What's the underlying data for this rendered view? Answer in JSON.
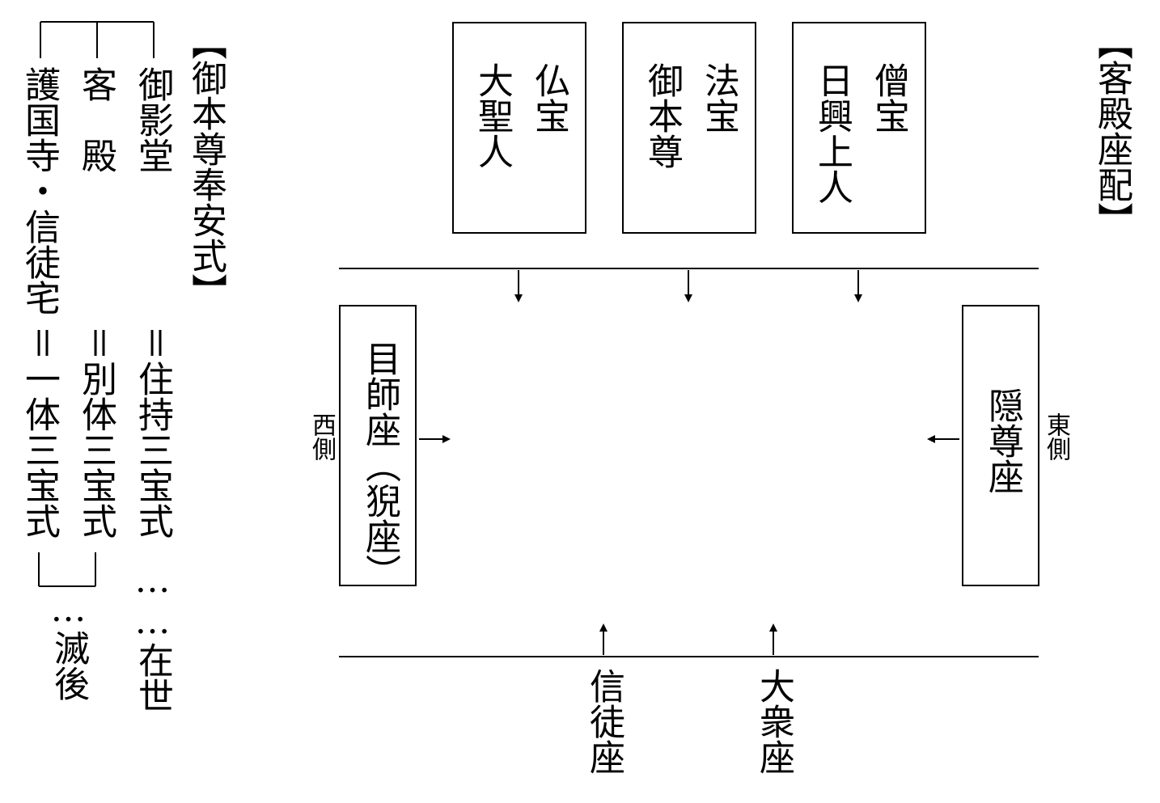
{
  "left": {
    "heading": "【御本尊奉安式】",
    "col1": {
      "label": "御影堂",
      "type": "＝住持三宝式",
      "note": "……在世"
    },
    "col2": {
      "label": "客　殿",
      "type": "＝別体三宝式"
    },
    "col3": {
      "label": "護国寺・信徒宅",
      "type": "＝一体三宝式"
    },
    "joint_note": "…滅後"
  },
  "right": {
    "heading": "【客殿座配】",
    "treasures": [
      {
        "title": "仏宝",
        "name": "大聖人"
      },
      {
        "title": "法宝",
        "name": "御本尊"
      },
      {
        "title": "僧宝",
        "name": "日興上人"
      }
    ],
    "west_seat": "目師座（猊座）",
    "west_label": "西側",
    "east_seat": "隠尊座",
    "east_label": "東側",
    "bottom_seats": [
      "信徒座",
      "大衆座"
    ]
  }
}
